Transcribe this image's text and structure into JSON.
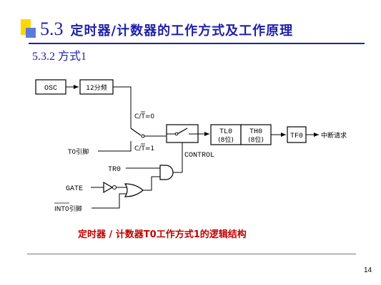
{
  "header": {
    "section_number": "5.3",
    "title": "定时器/计数器的工作方式及工作原理",
    "subtitle": "5.3.2 方式1"
  },
  "diagram": {
    "osc_label": "OSC",
    "prescaler_label": "12分频",
    "ct0_label": "C/T=0",
    "ct1_label": "C/T=1",
    "t0_pin_label": "T0引脚",
    "control_label": "CONTROL",
    "tl0_label": "TL0",
    "tl0_bits": "(8位)",
    "th0_label": "TH0",
    "th0_bits": "(8位)",
    "tf0_label": "TF0",
    "interrupt_label": "中断请求",
    "tr0_label": "TR0",
    "gate_label": "GATE",
    "int0_label": "INT0引脚"
  },
  "caption": "定时器 / 计数器T0工作方式1的逻辑结构",
  "page_number": "14",
  "colors": {
    "title": "#1f1fa8",
    "caption": "#c00000",
    "accent_yellow": "#ffd700",
    "accent_blue": "#5a7bd8"
  }
}
